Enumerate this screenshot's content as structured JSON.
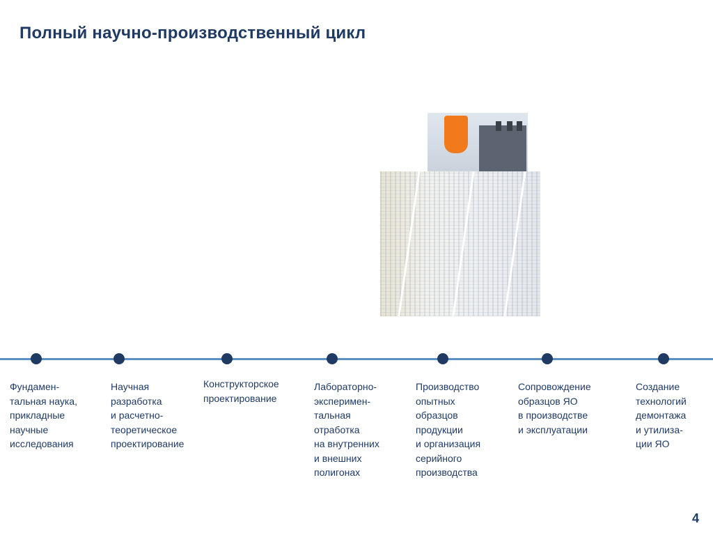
{
  "slide": {
    "title": "Полный научно-производственный цикл",
    "page_number": "4"
  },
  "timeline": {
    "stages": [
      {
        "label": "Фундамен-\nтальная наука,\nприкладные\nнаучные\nисследования"
      },
      {
        "label": "Научная\nразработка\nи расчетно-\nтеоретическое\nпроектирование"
      },
      {
        "label": "Конструкторское\nпроектирование"
      },
      {
        "label": "Лабораторно-\nэксперимен-\nтальная\nотработка\nна внутренних\nи внешних\nполигонах"
      },
      {
        "label": "Производство\nопытных\nобразцов\nпродукции\nи организация\nсерийного\nпроизводства"
      },
      {
        "label": "Сопровождение\nобразцов ЯО\nв производстве\nи эксплуатации"
      },
      {
        "label": "Создание\nтехнологий\nдемонтажа\nи утилиза-\nции ЯО"
      }
    ]
  },
  "colors": {
    "title": "#1f3a63",
    "line": "#5b8fc4",
    "node": "#1f3a63",
    "accent_orange": "#f07a1c"
  }
}
